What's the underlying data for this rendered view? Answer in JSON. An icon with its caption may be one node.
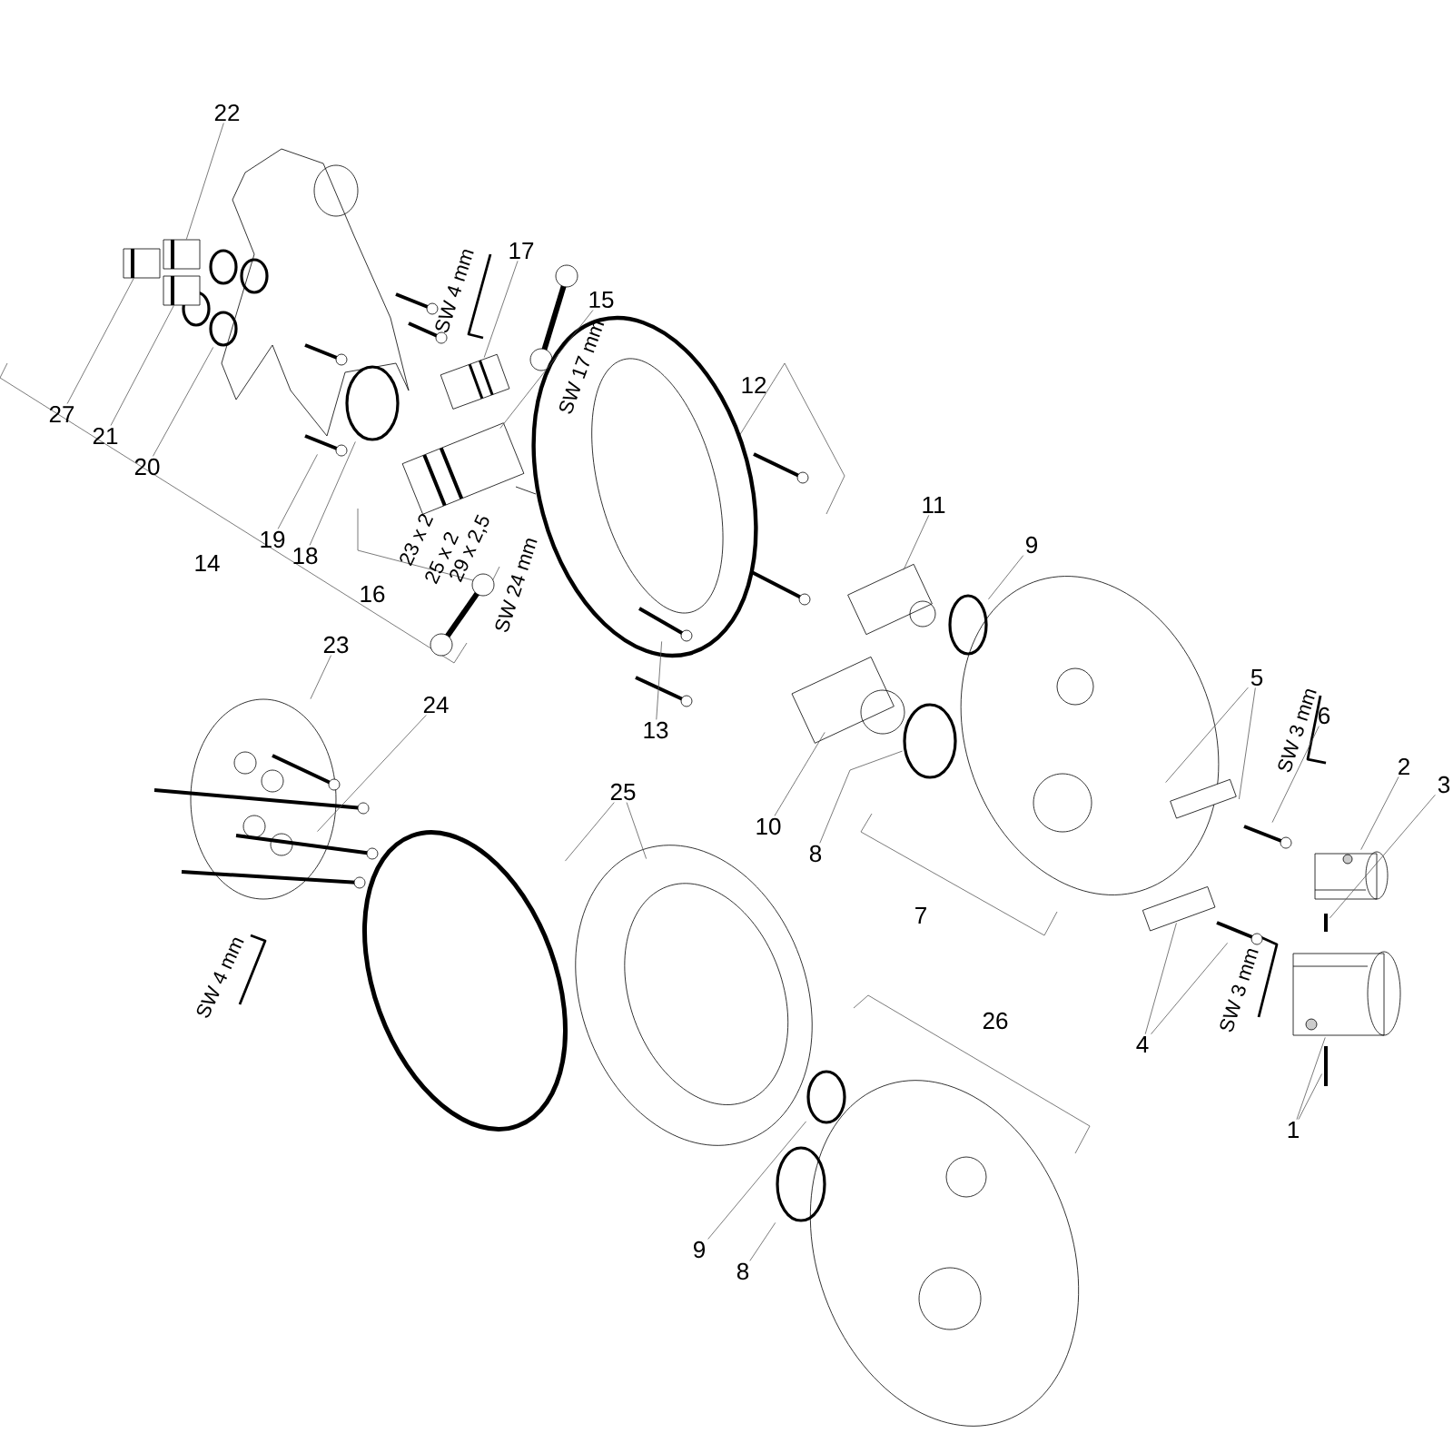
{
  "diagram": {
    "nodes": [
      {
        "text": [
          "22"
        ]
      },
      {
        "text": [
          "17"
        ]
      },
      {
        "text": [
          "15"
        ]
      },
      {
        "text": [
          "12"
        ]
      },
      {
        "text": [
          "27"
        ]
      },
      {
        "text": [
          "21"
        ]
      },
      {
        "text": [
          "20"
        ]
      },
      {
        "text": [
          "11"
        ]
      },
      {
        "text": [
          "19"
        ]
      },
      {
        "text": [
          "9"
        ]
      },
      {
        "text": [
          "18"
        ]
      },
      {
        "text": [
          "14"
        ]
      },
      {
        "text": [
          "16"
        ]
      },
      {
        "text": [
          "23"
        ]
      },
      {
        "text": [
          "5"
        ]
      },
      {
        "text": [
          "24"
        ]
      },
      {
        "text": [
          "6"
        ]
      },
      {
        "text": [
          "13"
        ]
      },
      {
        "text": [
          "2"
        ]
      },
      {
        "text": [
          "3"
        ]
      },
      {
        "text": [
          "10"
        ]
      },
      {
        "text": [
          "25"
        ]
      },
      {
        "text": [
          "8"
        ]
      },
      {
        "text": [
          "7"
        ]
      },
      {
        "text": [
          "26"
        ]
      },
      {
        "text": [
          "4"
        ]
      },
      {
        "text": [
          "1"
        ]
      },
      {
        "text": [
          "9"
        ]
      },
      {
        "text": [
          "8"
        ]
      },
      {
        "text": [],
        "shape": "picture"
      },
      {
        "text": [],
        "shape": "picture"
      },
      {
        "text": [],
        "shape": "picture"
      },
      {
        "text": [],
        "shape": "picture"
      },
      {
        "text": [],
        "shape": "picture"
      },
      {
        "text": [],
        "shape": "circle"
      },
      {
        "text": [],
        "shape": "picture"
      },
      {
        "text": [],
        "shape": "picture"
      },
      {
        "text": [],
        "shape": "circle"
      },
      {
        "text": [],
        "shape": "circle"
      },
      {
        "text": [],
        "shape": "picture"
      },
      {
        "text": [],
        "shape": "picture"
      },
      {
        "text": [],
        "shape": "picture"
      },
      {
        "text": [],
        "shape": "picture"
      },
      {
        "text": [],
        "shape": "picture"
      },
      {
        "text": [],
        "shape": "picture"
      },
      {
        "text": [],
        "shape": "picture"
      },
      {
        "text": [],
        "shape": "picture"
      },
      {
        "text": [],
        "shape": "picture"
      },
      {
        "text": [],
        "shape": "picture"
      },
      {
        "text": [],
        "shape": "circle"
      },
      {
        "text": [],
        "shape": "picture"
      },
      {
        "text": [],
        "shape": "picture"
      },
      {
        "text": [],
        "shape": "picture"
      },
      {
        "text": [],
        "shape": "picture"
      },
      {
        "text": [],
        "shape": "circle"
      },
      {
        "text": [],
        "shape": "circle"
      }
    ],
    "edges": [
      {
        "from": 0,
        "to": 29,
        "arrow": "none"
      },
      {
        "from": 1,
        "to": 30,
        "arrow": "none"
      },
      {
        "from": 2,
        "to": 31,
        "arrow": "none"
      },
      {
        "from": 4,
        "to": 32,
        "arrow": "none"
      },
      {
        "from": 5,
        "to": 33,
        "arrow": "none"
      },
      {
        "from": 6,
        "to": 34,
        "arrow": "none"
      },
      {
        "from": 7,
        "to": 35,
        "arrow": "none"
      },
      {
        "from": 8,
        "to": 36,
        "arrow": "none"
      },
      {
        "from": 9,
        "to": 37,
        "arrow": "none"
      },
      {
        "from": 10,
        "to": 38,
        "arrow": "none"
      },
      {
        "from": 13,
        "to": 39,
        "arrow": "none"
      },
      {
        "from": 14,
        "to": 40,
        "arrow": "none"
      },
      {
        "from": 14,
        "to": 40,
        "arrow": "none"
      },
      {
        "from": 15,
        "to": 41,
        "arrow": "none"
      },
      {
        "from": 16,
        "to": 42,
        "arrow": "none"
      },
      {
        "from": 17,
        "to": 43,
        "arrow": "none"
      },
      {
        "from": 18,
        "to": 44,
        "arrow": "none"
      },
      {
        "from": 19,
        "to": 45,
        "arrow": "none"
      },
      {
        "from": 20,
        "to": 46,
        "arrow": "none"
      },
      {
        "from": 21,
        "to": 47,
        "arrow": "none"
      },
      {
        "from": 21,
        "to": 48,
        "arrow": "none"
      },
      {
        "from": 22,
        "to": 49,
        "arrow": "none"
      },
      {
        "from": 25,
        "to": 50,
        "arrow": "none"
      },
      {
        "from": 25,
        "to": 51,
        "arrow": "none"
      },
      {
        "from": 26,
        "to": 52,
        "arrow": "none"
      },
      {
        "from": 26,
        "to": 53,
        "arrow": "none"
      },
      {
        "from": 27,
        "to": 54,
        "arrow": "none"
      },
      {
        "from": 28,
        "to": 55,
        "arrow": "none"
      }
    ],
    "labels": [
      "SW 4 mm",
      "SW 17 mm",
      "23 x 2",
      "25 x 2",
      "29 x 2,5",
      "SW 24 mm",
      "SW 3 mm",
      "SW 3 mm",
      "SW 4 mm"
    ]
  }
}
